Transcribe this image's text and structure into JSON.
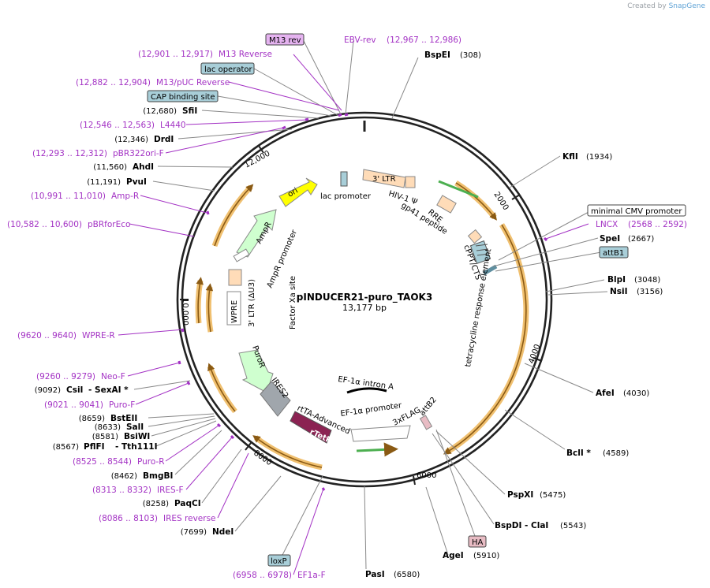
{
  "watermark": {
    "prefix": "Created by",
    "brand": "SnapGene"
  },
  "plasmid": {
    "name": "pINDUCER21-puro_TAOK3",
    "length": "13,177 bp"
  },
  "ticks": [
    "2000",
    "4000",
    "6000",
    "8000",
    "10,000",
    "12,000"
  ],
  "enzymes": [
    {
      "name": "BspEI",
      "pos": "(308)"
    },
    {
      "name": "KflI",
      "pos": "(1934)"
    },
    {
      "name": "SpeI",
      "pos": "(2667)"
    },
    {
      "name": "BlpI",
      "pos": "(3048)"
    },
    {
      "name": "NsiI",
      "pos": "(3156)"
    },
    {
      "name": "AfeI",
      "pos": "(4030)"
    },
    {
      "name": "BclI *",
      "pos": "(4589)"
    },
    {
      "name": "PspXI",
      "pos": "(5475)"
    },
    {
      "name": "BspDI",
      "name2": "ClaI",
      "pos": "(5543)"
    },
    {
      "name": "AgeI",
      "pos": "(5910)"
    },
    {
      "name": "PasI",
      "pos": "(6580)"
    },
    {
      "name": "NdeI",
      "pos": "(7699)"
    },
    {
      "name": "PaqCI",
      "pos": "(8258)"
    },
    {
      "name": "BmgBI",
      "pos": "(8462)"
    },
    {
      "name": "PflFI",
      "name2": "Tth111I",
      "pos": "(8567)"
    },
    {
      "name": "BsiWI",
      "pos": "(8581)"
    },
    {
      "name": "SalI",
      "pos": "(8633)"
    },
    {
      "name": "BstEII",
      "pos": "(8659)"
    },
    {
      "name": "CsiI",
      "name2": "SexAI *",
      "pos": "(9092)"
    },
    {
      "name": "PvuI",
      "pos": "(11,191)"
    },
    {
      "name": "AhdI",
      "pos": "(11,560)"
    },
    {
      "name": "DrdI",
      "pos": "(12,346)"
    },
    {
      "name": "SfiI",
      "pos": "(12,680)"
    }
  ],
  "primers": [
    {
      "name": "EBV-rev",
      "pos": "(12,967 .. 12,986)"
    },
    {
      "name": "M13 Reverse",
      "pos": "(12,901 .. 12,917)"
    },
    {
      "name": "M13/pUC Reverse",
      "pos": "(12,882 .. 12,904)"
    },
    {
      "name": "L4440",
      "pos": "(12,546 .. 12,563)"
    },
    {
      "name": "pBR322ori-F",
      "pos": "(12,293 .. 12,312)"
    },
    {
      "name": "Amp-R",
      "pos": "(10,991 .. 11,010)"
    },
    {
      "name": "pBRforEco",
      "pos": "(10,582 .. 10,600)"
    },
    {
      "name": "WPRE-R",
      "pos": "(9620 .. 9640)"
    },
    {
      "name": "Neo-F",
      "pos": "(9260 .. 9279)"
    },
    {
      "name": "Puro-F",
      "pos": "(9021 .. 9041)"
    },
    {
      "name": "Puro-R",
      "pos": "(8525 .. 8544)"
    },
    {
      "name": "IRES-F",
      "pos": "(8313 .. 8332)"
    },
    {
      "name": "IRES reverse",
      "pos": "(8086 .. 8103)"
    },
    {
      "name": "EF1a-F",
      "pos": "(6958 .. 6978)"
    },
    {
      "name": "LNCX",
      "pos": "(2568 .. 2592)"
    }
  ],
  "boxes": {
    "m13rev": "M13 rev",
    "lacop": "lac operator",
    "cap": "CAP binding site",
    "mincmv": "minimal CMV promoter",
    "attb1": "attB1",
    "ha": "HA",
    "loxp": "loxP"
  },
  "features": {
    "ltr3": "3' LTR",
    "hiv": "HIV-1 Ψ",
    "rre": "RRE",
    "gp41": "gp41 peptide",
    "cppt": "cPPT/CTS",
    "tre": "tetracycline response element",
    "attb2": "attB2",
    "flag": "3xFLAG",
    "ef1prom": "EF-1α promoter",
    "intron": "EF-1α intron A",
    "rttaadv": "rtTA-Advanced",
    "rtetr": "rTetR",
    "ires2": "IRES2",
    "puror": "PuroR",
    "wpre": "WPRE",
    "ltr3d": "3' LTR (ΔU3)",
    "factorxa": "Factor Xa site",
    "ampr": "AmpR",
    "amprprom": "AmpR promoter",
    "ori": "ori",
    "lacprom": "lac promoter"
  },
  "colors": {
    "backbone": "#222222",
    "orf_outline": "#f0c070",
    "orf_fill": "#c88a2c",
    "primer": "#a332c4",
    "ori": "#ffff00",
    "ampr": "#cfffcf",
    "puror": "#cfffcf",
    "rtetr": "#8b2252",
    "ltr": "#ffdcb8",
    "box_blue": "#a8ced8",
    "box_purple": "#e5b3f0",
    "box_pink": "#e8bcc4"
  }
}
